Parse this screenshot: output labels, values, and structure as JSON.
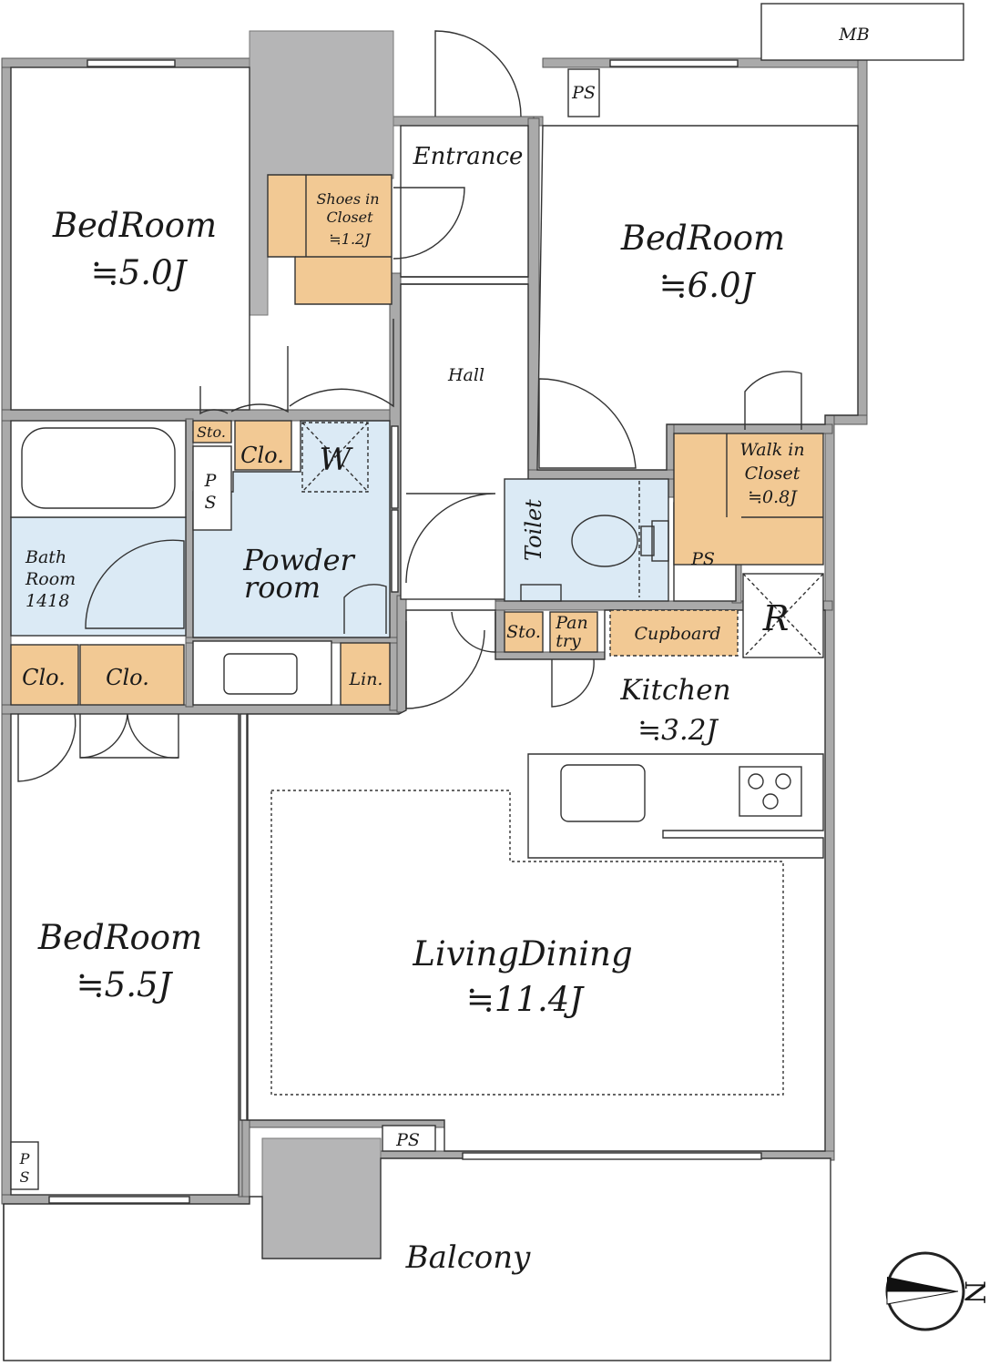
{
  "rooms": {
    "bedroom_nw": {
      "name": "BedRoom",
      "area": "≒5.0J"
    },
    "bedroom_ne": {
      "name": "BedRoom",
      "area": "≒6.0J"
    },
    "bedroom_sw": {
      "name": "BedRoom",
      "area": "≒5.5J"
    },
    "living": {
      "name": "LivingDining",
      "area": "≒11.4J"
    },
    "kitchen": {
      "name": "Kitchen",
      "area": "≒3.2J"
    },
    "entrance": "Entrance",
    "hall": "Hall",
    "powder": {
      "line1": "Powder",
      "line2": "room"
    },
    "bath": {
      "line1": "Bath",
      "line2": "Room",
      "line3": "1418"
    },
    "toilet": "Toilet",
    "balcony": "Balcony"
  },
  "storage": {
    "shoes": {
      "line1": "Shoes in",
      "line2": "Closet",
      "line3": "≒1.2J"
    },
    "walkin": {
      "line1": "Walk in",
      "line2": "Closet",
      "line3": "≒0.8J"
    },
    "cupboard": "Cupboard",
    "pantry": {
      "line1": "Pan",
      "line2": "try"
    },
    "sto_top": "Sto.",
    "sto_kitchen": "Sto.",
    "clo_powder": "Clo.",
    "clo_1": "Clo.",
    "clo_2": "Clo.",
    "lin": "Lin."
  },
  "fixtures": {
    "mb": "MB",
    "ps_top": "PS",
    "ps_kitchen": "PS",
    "ps_bath": {
      "line1": "P",
      "line2": "S"
    },
    "ps_bottom_left": {
      "line1": "P",
      "line2": "S"
    },
    "ps_living": "PS",
    "washer": "W",
    "fridge": "R"
  },
  "compass": {
    "label": "N"
  },
  "colors": {
    "wall": "#aaaaaa",
    "storage": "#f2c994",
    "wet_area": "#dbeaf5",
    "core": "#b5b5b6",
    "line": "#333333"
  }
}
